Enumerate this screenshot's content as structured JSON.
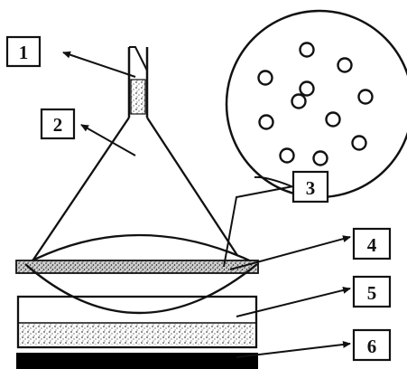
{
  "figure": {
    "labels": [
      "1",
      "2",
      "3",
      "4",
      "5",
      "6"
    ],
    "colors": {
      "ink": "#111111",
      "paper": "#ffffff",
      "texture": "#555555",
      "base": "#000000"
    }
  }
}
